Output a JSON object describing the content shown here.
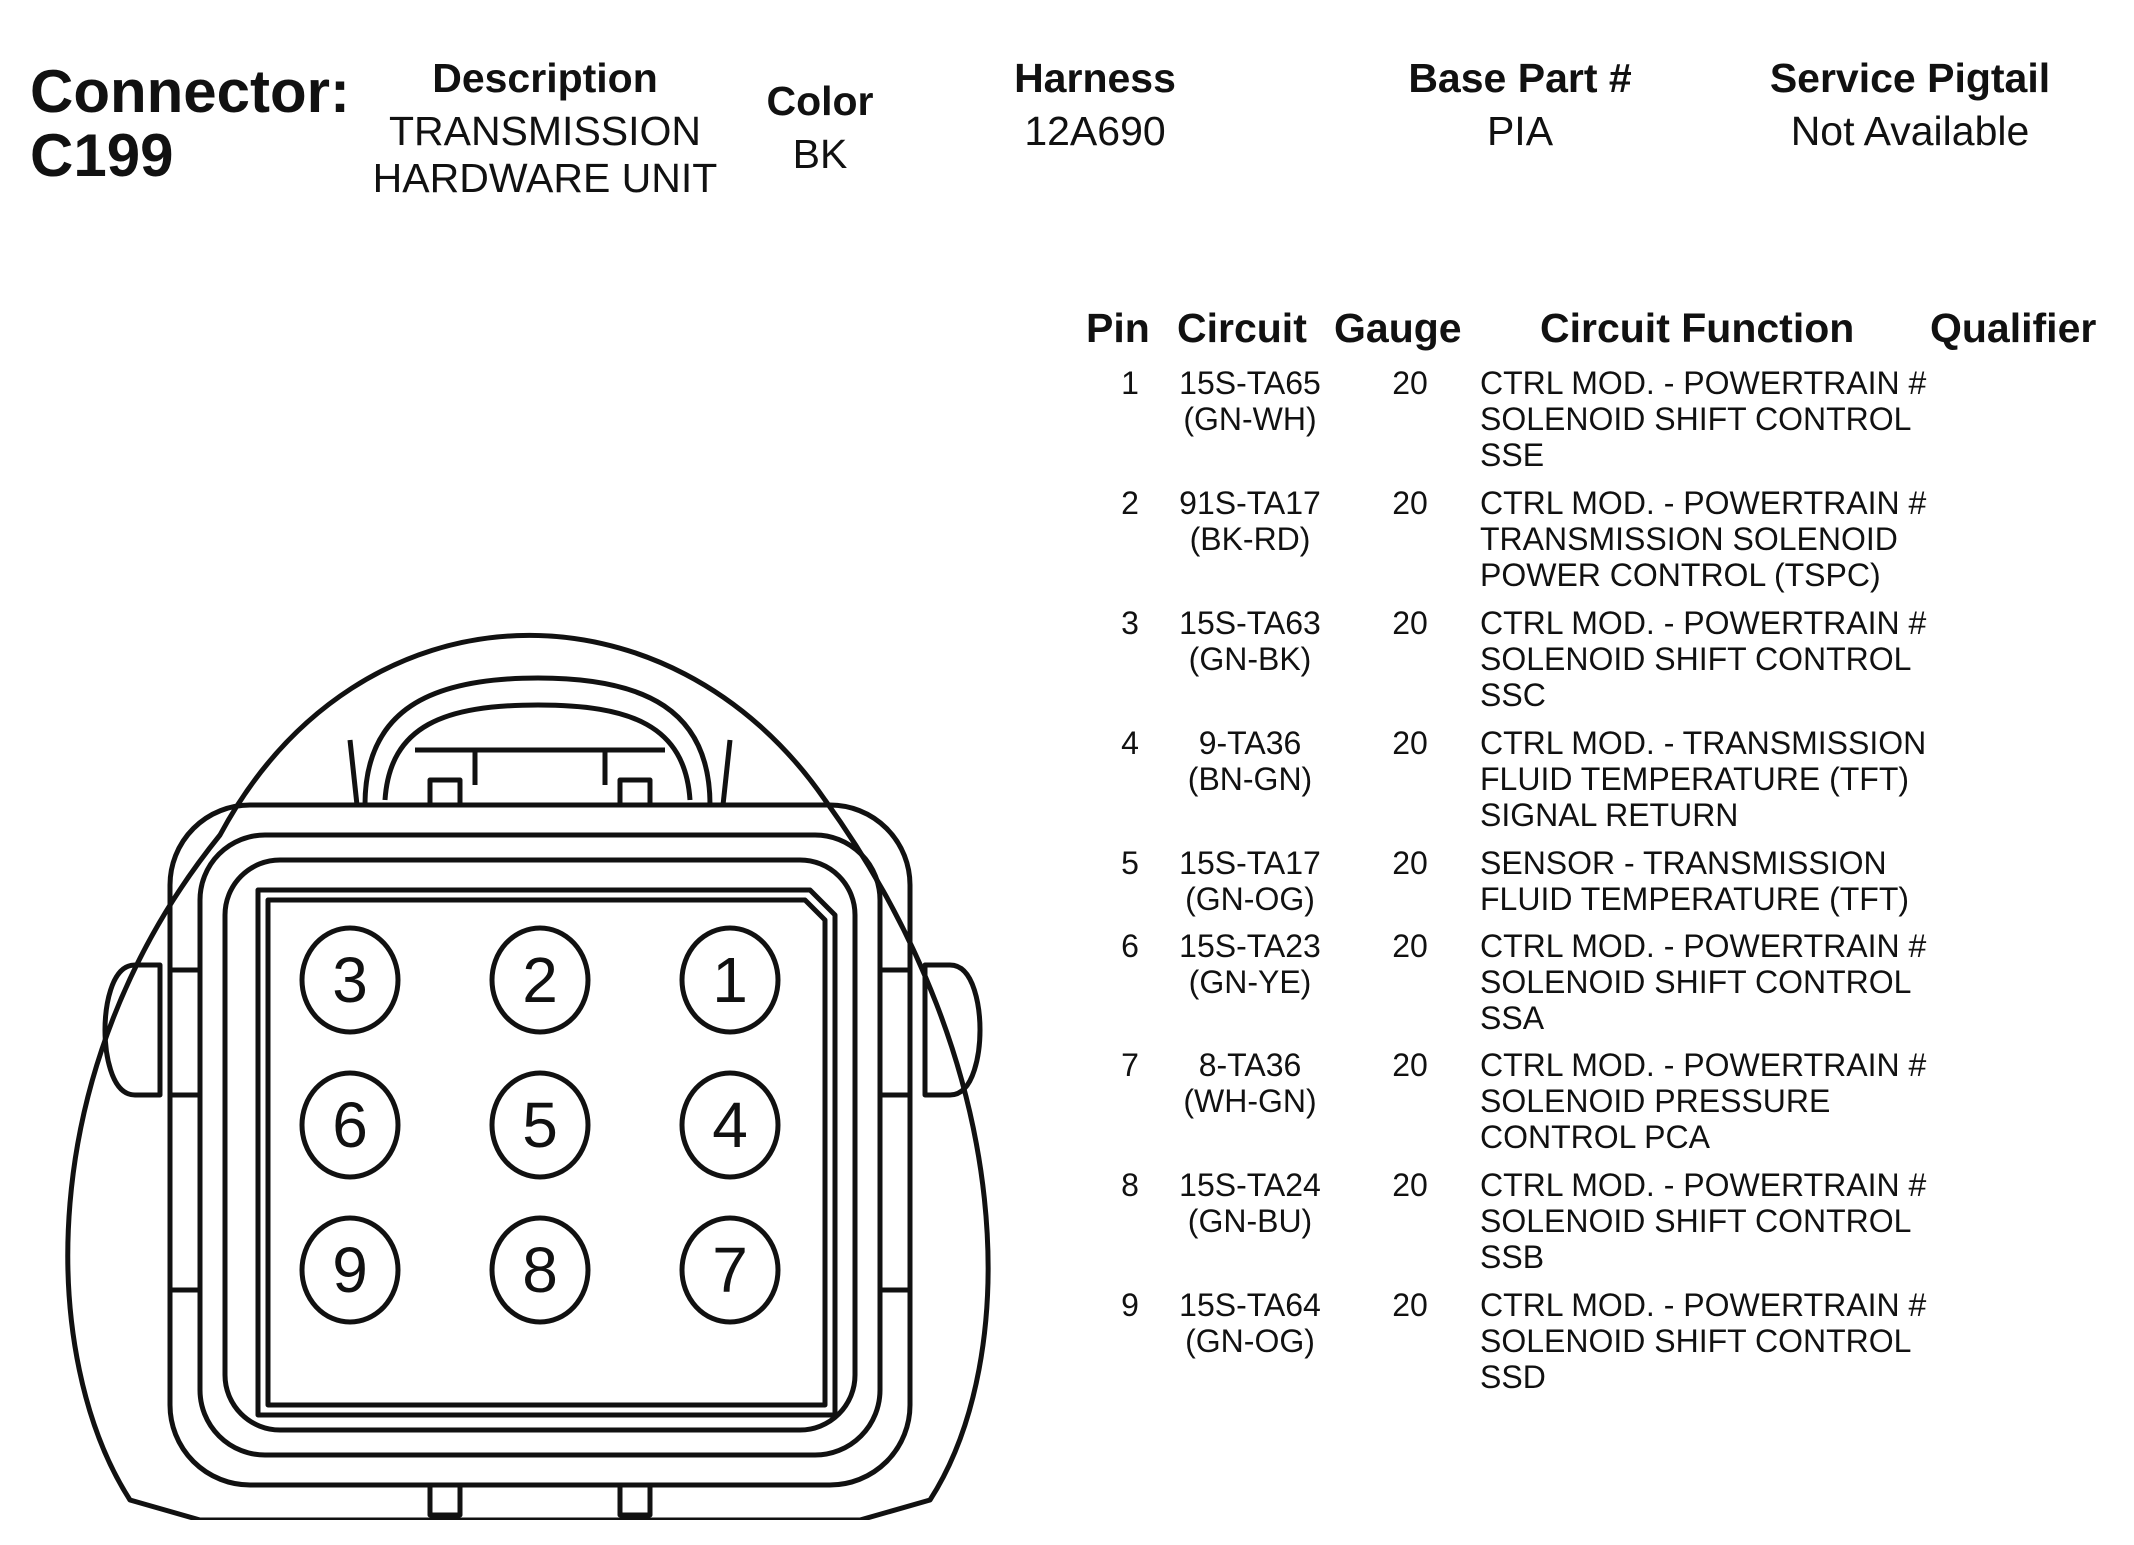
{
  "connector": {
    "label": "Connector:",
    "id": "C199"
  },
  "header": {
    "description": {
      "label": "Description",
      "value_line1": "TRANSMISSION",
      "value_line2": "HARDWARE UNIT"
    },
    "color": {
      "label": "Color",
      "value": "BK"
    },
    "harness": {
      "label": "Harness",
      "value": "12A690"
    },
    "base_part": {
      "label": "Base Part #",
      "value": "PIA"
    },
    "service_pigtail": {
      "label": "Service Pigtail",
      "value": "Not Available"
    }
  },
  "table": {
    "headers": {
      "pin": "Pin",
      "circuit": "Circuit",
      "gauge": "Gauge",
      "function": "Circuit Function",
      "qualifier": "Qualifier"
    },
    "rows": [
      {
        "pin": "1",
        "circuit": "15S-TA65",
        "color": "(GN-WH)",
        "gauge": "20",
        "function": [
          "CTRL MOD. - POWERTRAIN #",
          "SOLENOID SHIFT CONTROL",
          "SSE"
        ],
        "qualifier": ""
      },
      {
        "pin": "2",
        "circuit": "91S-TA17",
        "color": "(BK-RD)",
        "gauge": "20",
        "function": [
          "CTRL MOD. - POWERTRAIN #",
          "TRANSMISSION SOLENOID",
          "POWER CONTROL (TSPC)"
        ],
        "qualifier": ""
      },
      {
        "pin": "3",
        "circuit": "15S-TA63",
        "color": "(GN-BK)",
        "gauge": "20",
        "function": [
          "CTRL MOD. - POWERTRAIN #",
          "SOLENOID SHIFT CONTROL",
          "SSC"
        ],
        "qualifier": ""
      },
      {
        "pin": "4",
        "circuit": "9-TA36",
        "color": "(BN-GN)",
        "gauge": "20",
        "function": [
          "CTRL MOD. - TRANSMISSION",
          "FLUID TEMPERATURE (TFT)",
          "SIGNAL RETURN"
        ],
        "qualifier": ""
      },
      {
        "pin": "5",
        "circuit": "15S-TA17",
        "color": "(GN-OG)",
        "gauge": "20",
        "function": [
          "SENSOR - TRANSMISSION",
          "FLUID TEMPERATURE (TFT)"
        ],
        "qualifier": ""
      },
      {
        "pin": "6",
        "circuit": "15S-TA23",
        "color": "(GN-YE)",
        "gauge": "20",
        "function": [
          "CTRL MOD. - POWERTRAIN #",
          "SOLENOID SHIFT CONTROL",
          "SSA"
        ],
        "qualifier": ""
      },
      {
        "pin": "7",
        "circuit": "8-TA36",
        "color": "(WH-GN)",
        "gauge": "20",
        "function": [
          "CTRL MOD. - POWERTRAIN #",
          "SOLENOID PRESSURE",
          "CONTROL PCA"
        ],
        "qualifier": ""
      },
      {
        "pin": "8",
        "circuit": "15S-TA24",
        "color": "(GN-BU)",
        "gauge": "20",
        "function": [
          "CTRL MOD. - POWERTRAIN #",
          "SOLENOID SHIFT CONTROL",
          "SSB"
        ],
        "qualifier": ""
      },
      {
        "pin": "9",
        "circuit": "15S-TA64",
        "color": "(GN-OG)",
        "gauge": "20",
        "function": [
          "CTRL MOD. - POWERTRAIN #",
          "SOLENOID SHIFT CONTROL",
          "SSD"
        ],
        "qualifier": ""
      }
    ]
  },
  "diagram": {
    "pin_rows": [
      [
        "3",
        "2",
        "1"
      ],
      [
        "6",
        "5",
        "4"
      ],
      [
        "9",
        "8",
        "7"
      ]
    ]
  }
}
